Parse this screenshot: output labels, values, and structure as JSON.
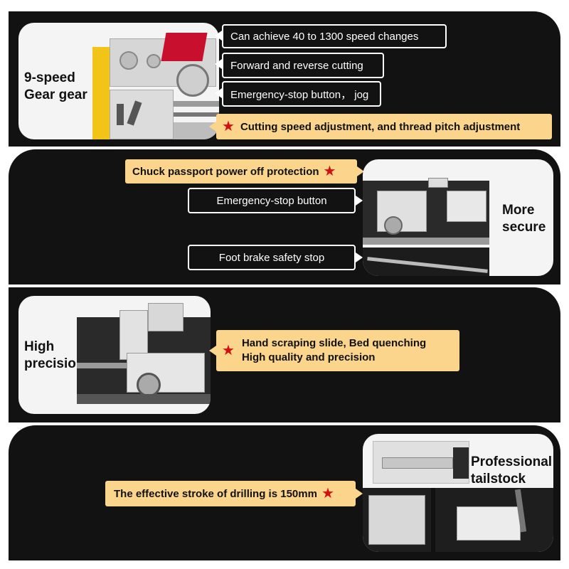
{
  "section1": {
    "title_line1": "9-speed",
    "title_line2": "Gear gear",
    "callouts": [
      "Can achieve 40 to 1300 speed changes",
      "Forward and reverse cutting",
      "Emergency-stop button， jog"
    ],
    "highlight": "Cutting speed adjustment, and thread pitch adjustment"
  },
  "section2": {
    "highlight": "Chuck passport power off protection",
    "callouts": [
      "Emergency-stop button",
      "Foot brake safety stop"
    ],
    "title_line1": "More",
    "title_line2": "secure"
  },
  "section3": {
    "title_line1": "High",
    "title_line2": "precision",
    "highlight_line1": "Hand scraping slide, Bed quenching",
    "highlight_line2": "High quality and precision"
  },
  "section4": {
    "highlight": "The effective stroke of drilling is 150mm",
    "title_line1": "Professional",
    "title_line2": "tailstock"
  },
  "colors": {
    "panel": "#121212",
    "highlight": "#fcd58c",
    "star": "#d50f0f",
    "machine_yellow": "#f2c418",
    "machine_red": "#c8102e"
  },
  "icons": [
    "star-icon",
    "arrow-pointer-icon"
  ]
}
